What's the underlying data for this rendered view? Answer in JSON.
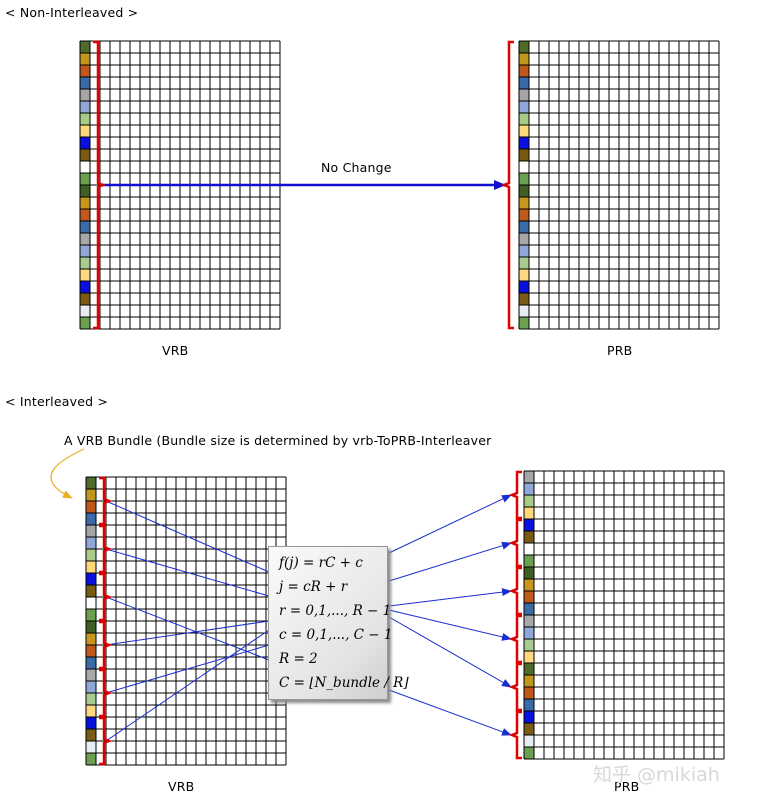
{
  "sections": {
    "non_interleaved": "< Non-Interleaved >",
    "interleaved": "< Interleaved >"
  },
  "labels": {
    "vrb_top": "VRB",
    "prb_top": "PRB",
    "vrb_bottom": "VRB",
    "prb_bottom": "PRB",
    "no_change": "No Change",
    "bundle_note": "A VRB Bundle (Bundle size is determined by vrb-ToPRB-Interleaver"
  },
  "formulas": [
    "f(j) = rC + c",
    "j = cR + r",
    "r = 0,1,..., R − 1",
    "c = 0,1,..., C − 1",
    "R = 2",
    "C = ⌊N_bundle / R⌋"
  ],
  "watermark": "知乎 @mikiah",
  "colors": {
    "bracket": "#e00000",
    "arrow_top": "#1010d0",
    "arrow": "#1a2ed0",
    "note_arrow": "#e8b020",
    "grid": "#000000"
  },
  "top_cell_colors": [
    "#4e6b2c",
    "#c0961e",
    "#c0581c",
    "#3a6aa8",
    "#a5a5a5",
    "#8fa8d8",
    "#a8cc88",
    "#ffd87a",
    "#0a10e0",
    "#7a5a10",
    "#ffffff",
    "#6aa050",
    "#3f5f24",
    "#c8961c",
    "#c05a1c",
    "#3a6ca8",
    "#a8a8a8",
    "#90a8d8",
    "#a8cc90",
    "#ffd880",
    "#0810e0",
    "#7a5a14",
    "#e8ecf4",
    "#6aa050"
  ],
  "bottom_vrb_cell_colors": [
    "#4e6b2c",
    "#c0961e",
    "#c0581c",
    "#3a6aa8",
    "#a5a5a5",
    "#8fa8d8",
    "#a8cc88",
    "#ffd87a",
    "#0a10e0",
    "#7a5a10",
    "#ffffff",
    "#6aa050",
    "#3f5f24",
    "#c8961c",
    "#c05a1c",
    "#3a6ca8",
    "#a8a8a8",
    "#90a8d8",
    "#a8cc90",
    "#ffd880",
    "#0810e0",
    "#7a5a14",
    "#e8ecf4",
    "#6aa050"
  ],
  "bottom_prb_cell_colors": [
    "#a5a5a5",
    "#8fa8d8",
    "#a8cc88",
    "#ffd87a",
    "#0a10e0",
    "#7a5a10",
    "#ffffff",
    "#6aa050",
    "#3f5f24",
    "#c8961c",
    "#c05a1c",
    "#3a6ca8",
    "#a8a8a8",
    "#90a8d8",
    "#a8cc90",
    "#ffd880",
    "#4e6b2c",
    "#c0961e",
    "#c0581c",
    "#3a6aa8",
    "#0810e0",
    "#7a5a14",
    "#e8ecf4",
    "#6aa050"
  ]
}
